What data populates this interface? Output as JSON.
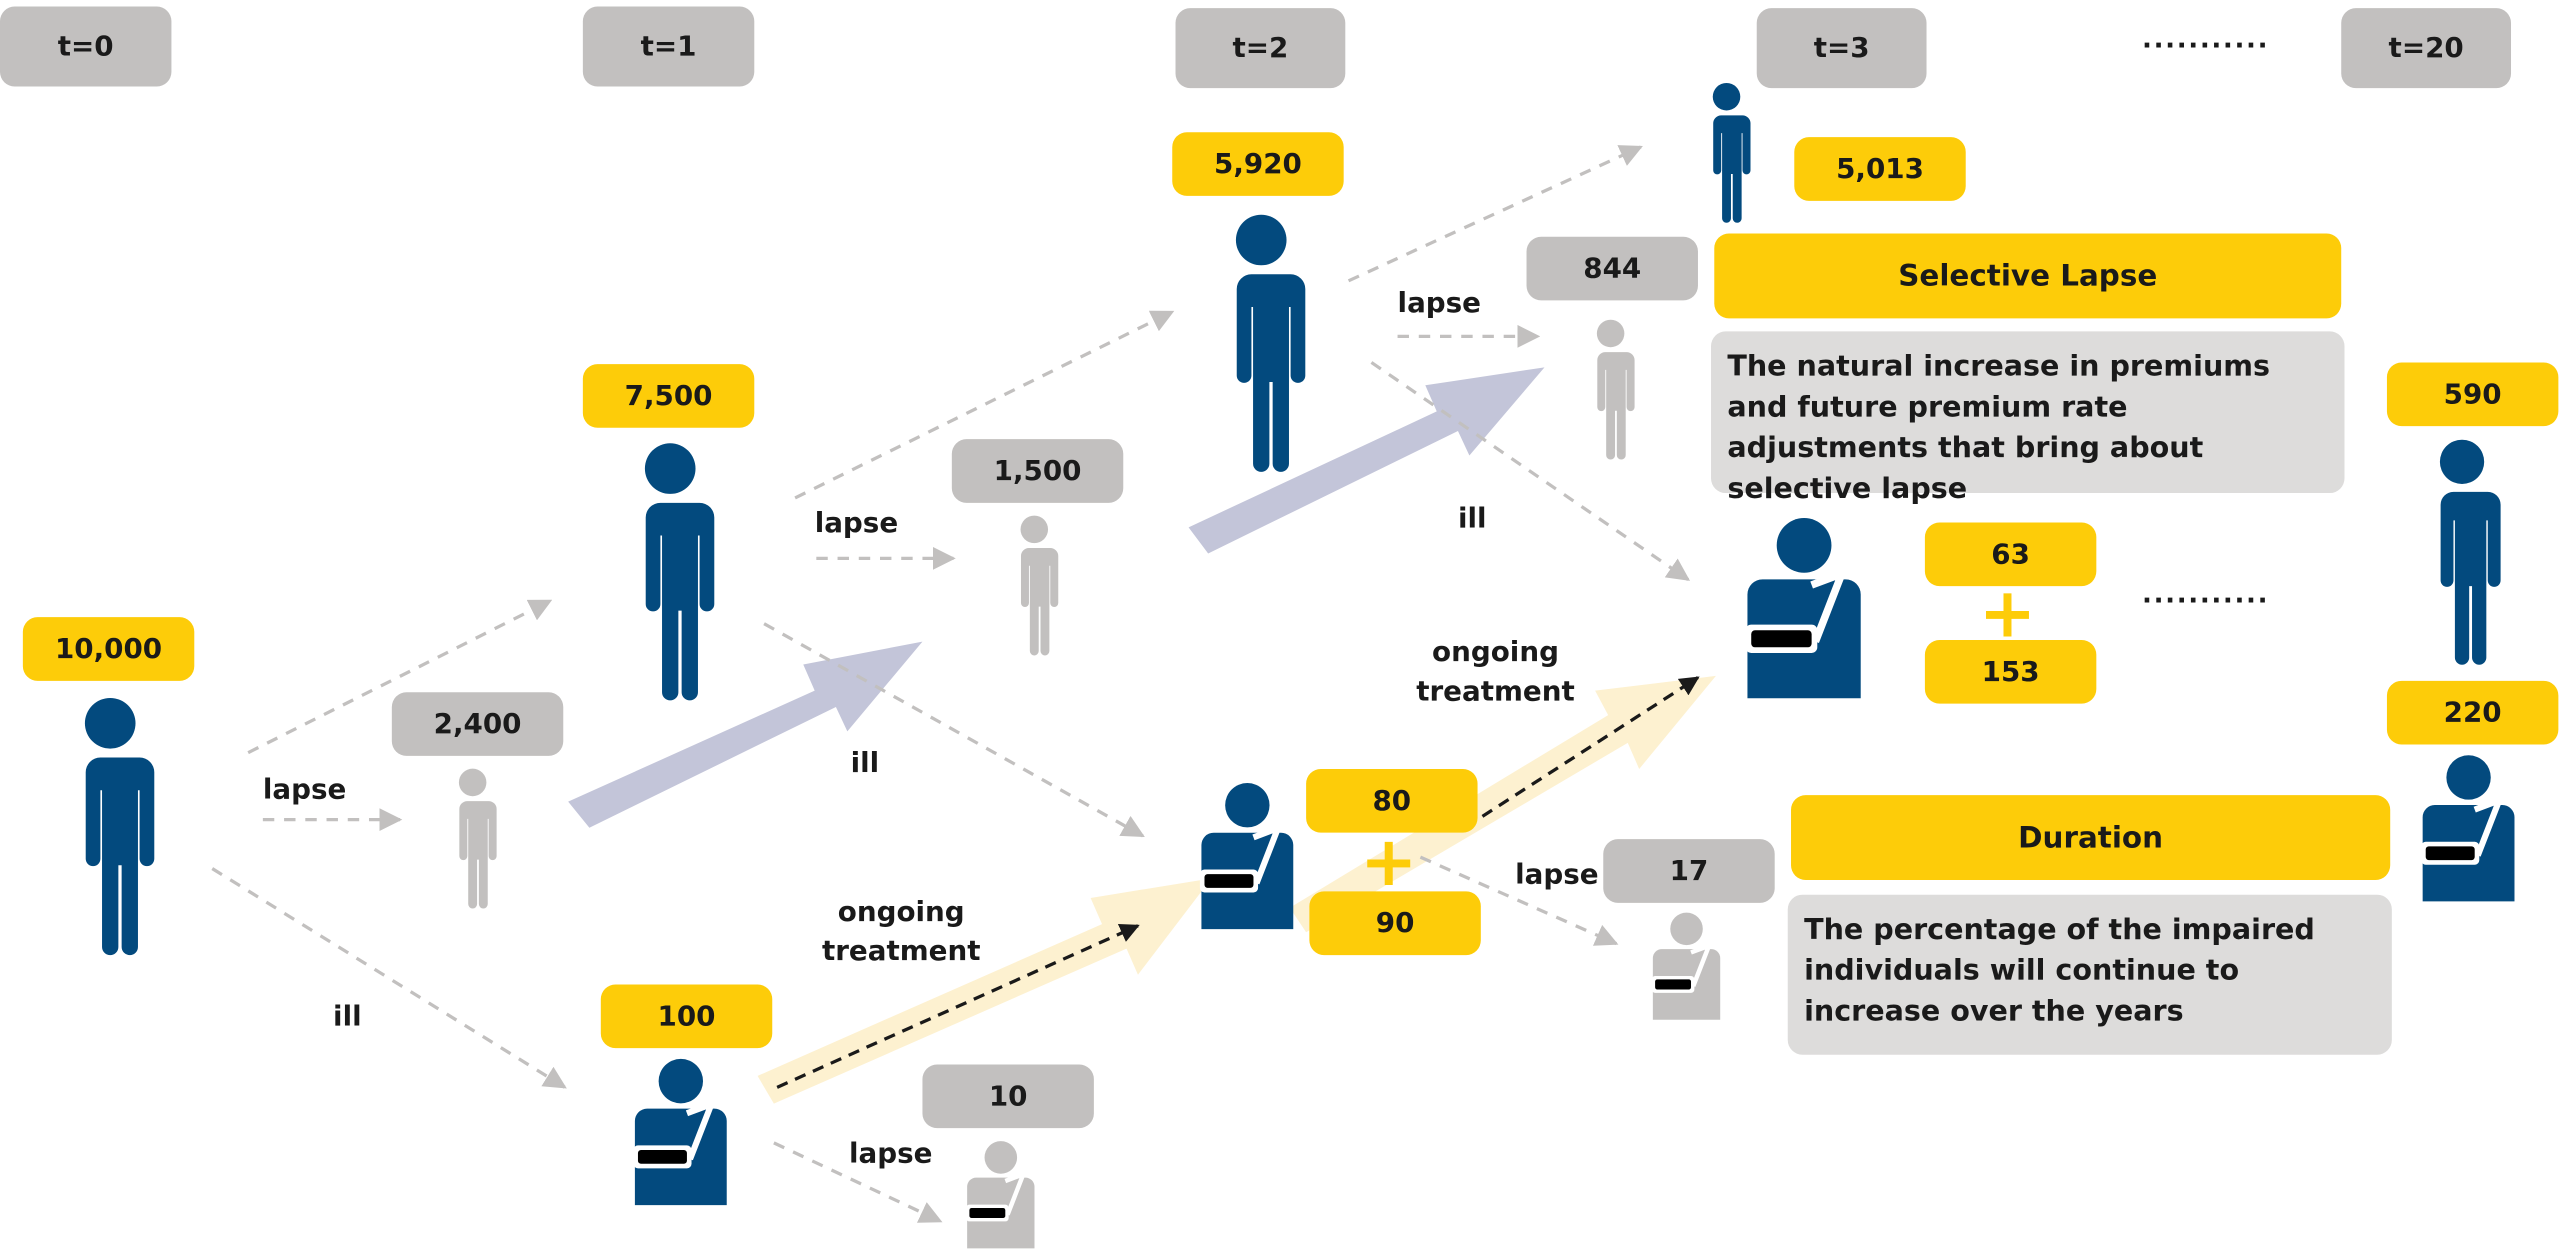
{
  "timeline": {
    "t0": "t=0",
    "t1": "t=1",
    "t2": "t=2",
    "t3": "t=3",
    "t20": "t=20",
    "ellipsis": "..........."
  },
  "counts": {
    "c10000": "10,000",
    "c7500": "7,500",
    "c2400": "2,400",
    "c100": "100",
    "c1500": "1,500",
    "c10": "10",
    "c5920": "5,920",
    "c80": "80",
    "c90": "90",
    "c844": "844",
    "c17": "17",
    "c5013": "5,013",
    "c63": "63",
    "c153": "153",
    "c590": "590",
    "c220": "220"
  },
  "edge_labels": {
    "lapse": "lapse",
    "ill": "ill",
    "ongoing_treatment": "ongoing treatment"
  },
  "callouts": {
    "selective_lapse": {
      "title": "Selective Lapse",
      "text": "The natural increase in premiums and future premium rate adjustments that bring about selective lapse"
    },
    "duration": {
      "title": "Duration",
      "text": "The percentage of the impaired individuals will continue to increase over the years"
    }
  },
  "colors": {
    "healthy": "#034a7e",
    "lapsed": "#c2c0bf",
    "highlight": "#fdcc09",
    "big_arrow": "#c3c5d9",
    "treatment_arrow": "#fdf1d0"
  },
  "icons": {
    "healthy": "person-icon",
    "ill": "person-with-arm-sling-icon"
  }
}
